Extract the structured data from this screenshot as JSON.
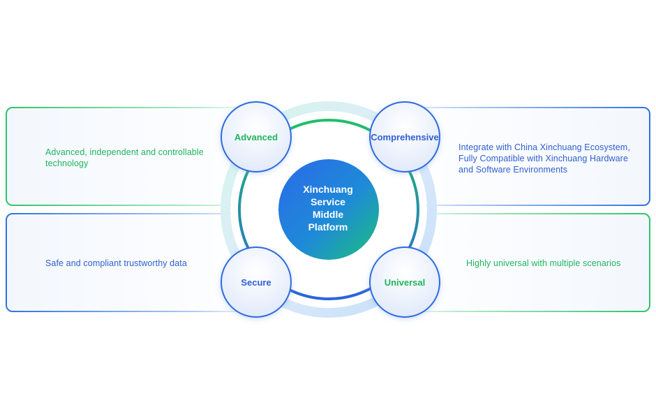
{
  "center": {
    "line1": "Xinchuang",
    "line2": "Service",
    "line3": "Middle",
    "line4": "Platform"
  },
  "nodes": {
    "advanced": "Advanced",
    "comprehensive": "Comprehensive",
    "secure": "Secure",
    "universal": "Universal"
  },
  "cards": {
    "top_left": {
      "line1": "Advanced, independent and controllable",
      "line2": "technology"
    },
    "top_right": {
      "line1": "Integrate with China Xinchuang Ecosystem,",
      "line2": "Fully Compatible with Xinchuang Hardware",
      "line3": "and Software Environments"
    },
    "bottom_left": {
      "line1": "Safe and compliant trustworthy data"
    },
    "bottom_right": {
      "line1": "Highly universal with multiple scenarios"
    }
  },
  "colors": {
    "green": "#1fb55c",
    "blue": "#2f5fd0",
    "center_gradient_start": "#2b6ae8",
    "center_gradient_end": "#1cc07a"
  }
}
